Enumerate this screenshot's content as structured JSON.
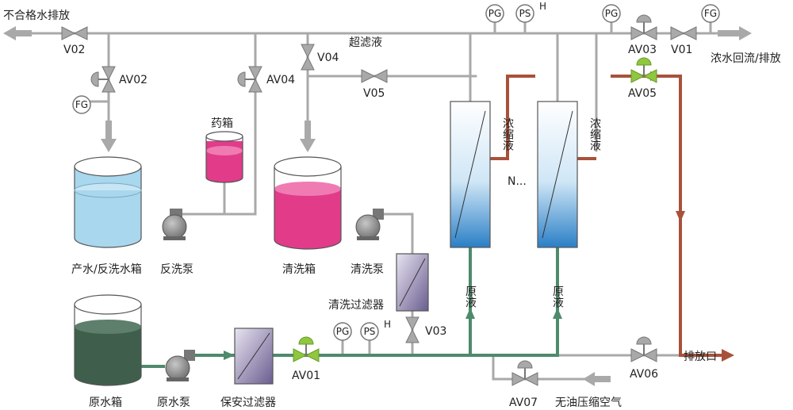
{
  "colors": {
    "pipe": "#a9a9a9",
    "raw_pipe": "#4e8a6c",
    "concentrate_pipe": "#a8513a",
    "clean_water": "#a8d7ee",
    "cleaning_fluid": "#e23b8a",
    "raw_water": "#3f5f4c",
    "pump": "#8c8c8c",
    "valve_open": "#8fc73e"
  },
  "labels": {
    "reject_discharge": "不合格水排放",
    "filtrate": "超滤液",
    "concentrate_return": "浓水回流/排放",
    "concentrate_a": "浓缩液",
    "concentrate_b": "浓缩液",
    "module_count": "N...",
    "raw_a": "原液",
    "raw_b": "原液",
    "drain": "排放口",
    "oil_free_air": "无油压缩空气",
    "product_tank": "产水/反洗水箱",
    "backwash_pump": "反洗泵",
    "chemical_tank": "药箱",
    "cleaning_tank": "清洗箱",
    "cleaning_pump": "清洗泵",
    "cleaning_filter": "清洗过滤器",
    "raw_tank": "原水箱",
    "raw_pump": "原水泵",
    "security_filter": "保安过滤器"
  },
  "valves": {
    "v02": "V02",
    "av02": "AV02",
    "av04": "AV04",
    "v04": "V04",
    "v05": "V05",
    "av03": "AV03",
    "v01": "V01",
    "av05": "AV05",
    "av01": "AV01",
    "v03": "V03",
    "av06": "AV06",
    "av07": "AV07"
  },
  "instruments": {
    "pg_top": "PG",
    "ps_top": "PS",
    "ps_top_suffix": "H",
    "pg_right": "PG",
    "fg_right": "FG",
    "fg_left": "FG",
    "pg_bottom": "PG",
    "ps_bottom": "PS",
    "ps_bottom_suffix": "H"
  }
}
